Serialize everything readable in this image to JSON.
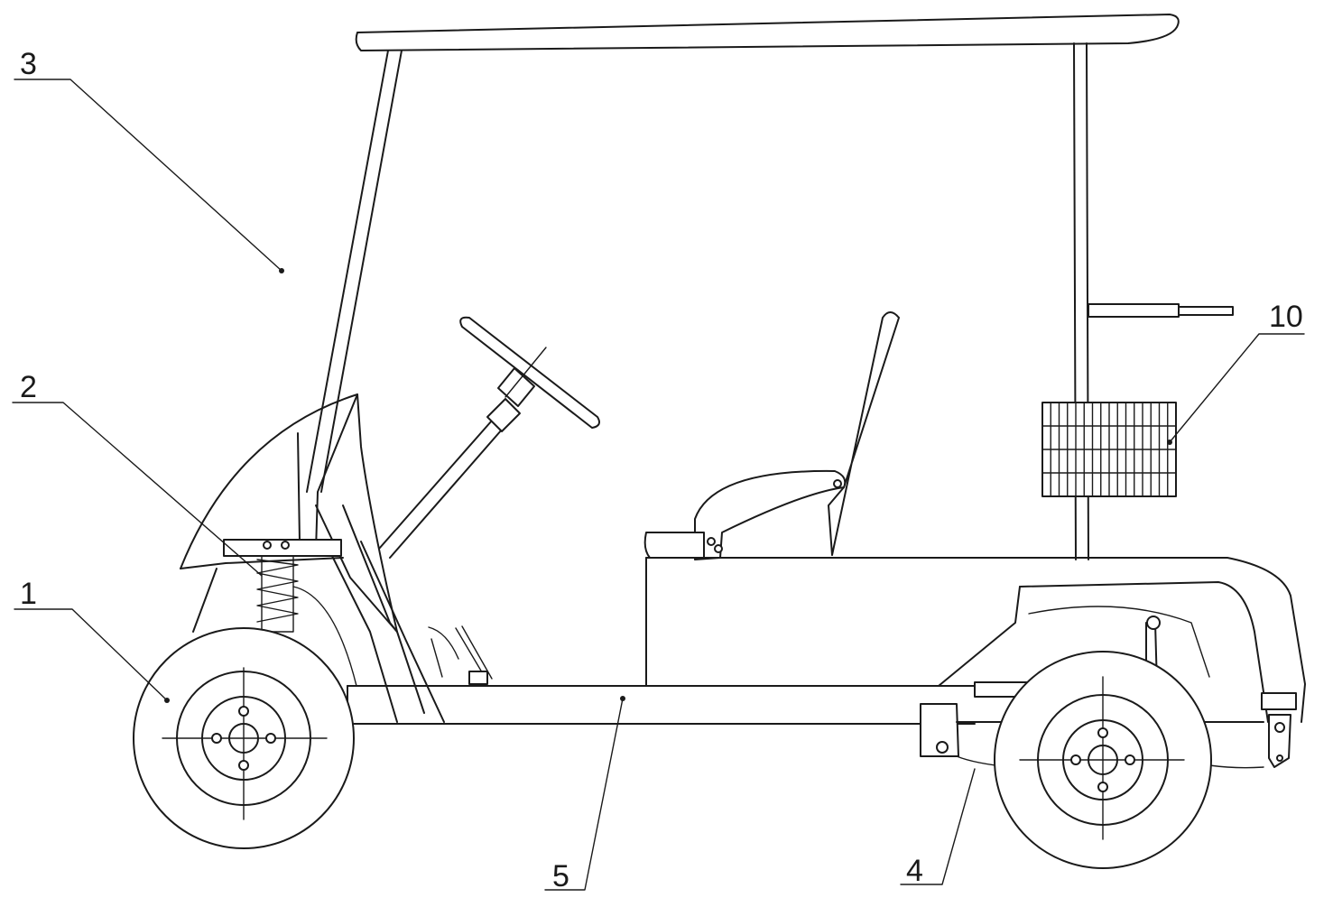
{
  "callouts": {
    "c1": "1",
    "c2": "2",
    "c3": "3",
    "c4": "4",
    "c5": "5",
    "c10": "10"
  }
}
